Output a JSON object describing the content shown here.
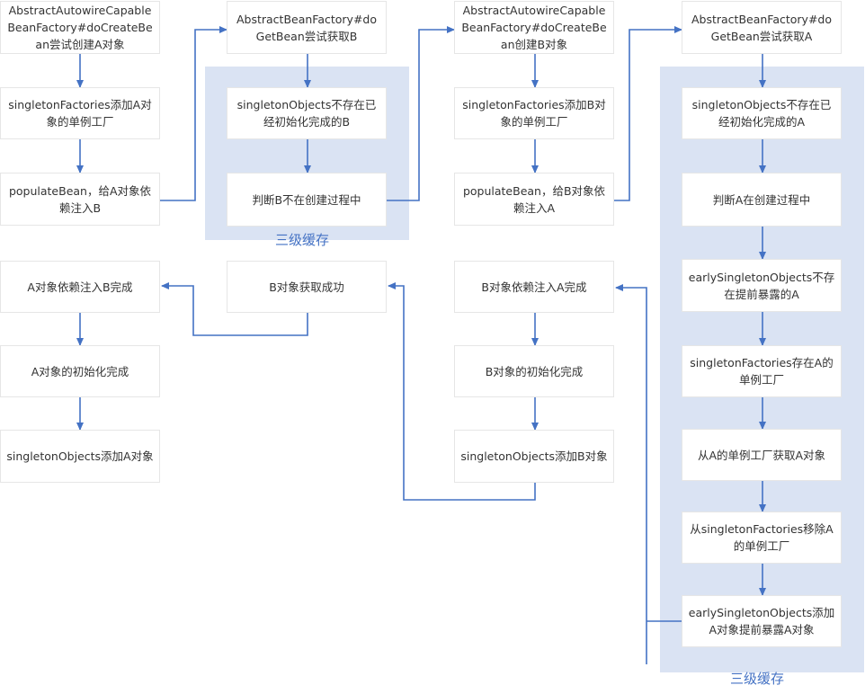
{
  "colors": {
    "accent": "#4472c4",
    "panel": "#dae3f3",
    "box_border": "#e6e6e6",
    "text": "#333333"
  },
  "panels": [
    {
      "id": "b",
      "label": "三级缓存"
    },
    {
      "id": "a",
      "label": "三级缓存"
    }
  ],
  "nodes": {
    "c1_1": "AbstractAutowireCapableBeanFactory#doCreateBean尝试创建A对象",
    "c1_2": "singletonFactories添加A对象的单例工厂",
    "c1_3": "populateBean，给A对象依赖注入B",
    "c1_4": "A对象依赖注入B完成",
    "c1_5": "A对象的初始化完成",
    "c1_6": "singletonObjects添加A对象",
    "c2_1": "AbstractBeanFactory#doGetBean尝试获取B",
    "c2_2": "singletonObjects不存在已经初始化完成的B",
    "c2_3": "判断B不在创建过程中",
    "c2_4": "B对象获取成功",
    "c3_1": "AbstractAutowireCapableBeanFactory#doCreateBean创建B对象",
    "c3_2": "singletonFactories添加B对象的单例工厂",
    "c3_3": "populateBean，给B对象依赖注入A",
    "c3_4": "B对象依赖注入A完成",
    "c3_5": "B对象的初始化完成",
    "c3_6": "singletonObjects添加B对象",
    "c4_1": "AbstractBeanFactory#doGetBean尝试获取A",
    "c4_2": "singletonObjects不存在已经初始化完成的A",
    "c4_3": "判断A在创建过程中",
    "c4_4": "earlySingletonObjects不存在提前暴露的A",
    "c4_5": "singletonFactories存在A的单例工厂",
    "c4_6": "从A的单例工厂获取A对象",
    "c4_7": "从singletonFactories移除A的单例工厂",
    "c4_8": "earlySingletonObjects添加A对象提前暴露A对象"
  },
  "edges": [
    [
      "c1_1",
      "c1_2"
    ],
    [
      "c1_2",
      "c1_3"
    ],
    [
      "c1_3",
      "c2_1"
    ],
    [
      "c2_1",
      "c2_2"
    ],
    [
      "c2_2",
      "c2_3"
    ],
    [
      "c2_3",
      "c3_1"
    ],
    [
      "c3_1",
      "c3_2"
    ],
    [
      "c3_2",
      "c3_3"
    ],
    [
      "c3_3",
      "c4_1"
    ],
    [
      "c4_1",
      "c4_2"
    ],
    [
      "c4_2",
      "c4_3"
    ],
    [
      "c4_3",
      "c4_4"
    ],
    [
      "c4_4",
      "c4_5"
    ],
    [
      "c4_5",
      "c4_6"
    ],
    [
      "c4_6",
      "c4_7"
    ],
    [
      "c4_7",
      "c4_8"
    ],
    [
      "c4_8",
      "c3_4"
    ],
    [
      "c3_4",
      "c3_5"
    ],
    [
      "c3_5",
      "c3_6"
    ],
    [
      "c3_6",
      "c2_4"
    ],
    [
      "c2_4",
      "c1_4"
    ],
    [
      "c1_4",
      "c1_5"
    ],
    [
      "c1_5",
      "c1_6"
    ]
  ]
}
